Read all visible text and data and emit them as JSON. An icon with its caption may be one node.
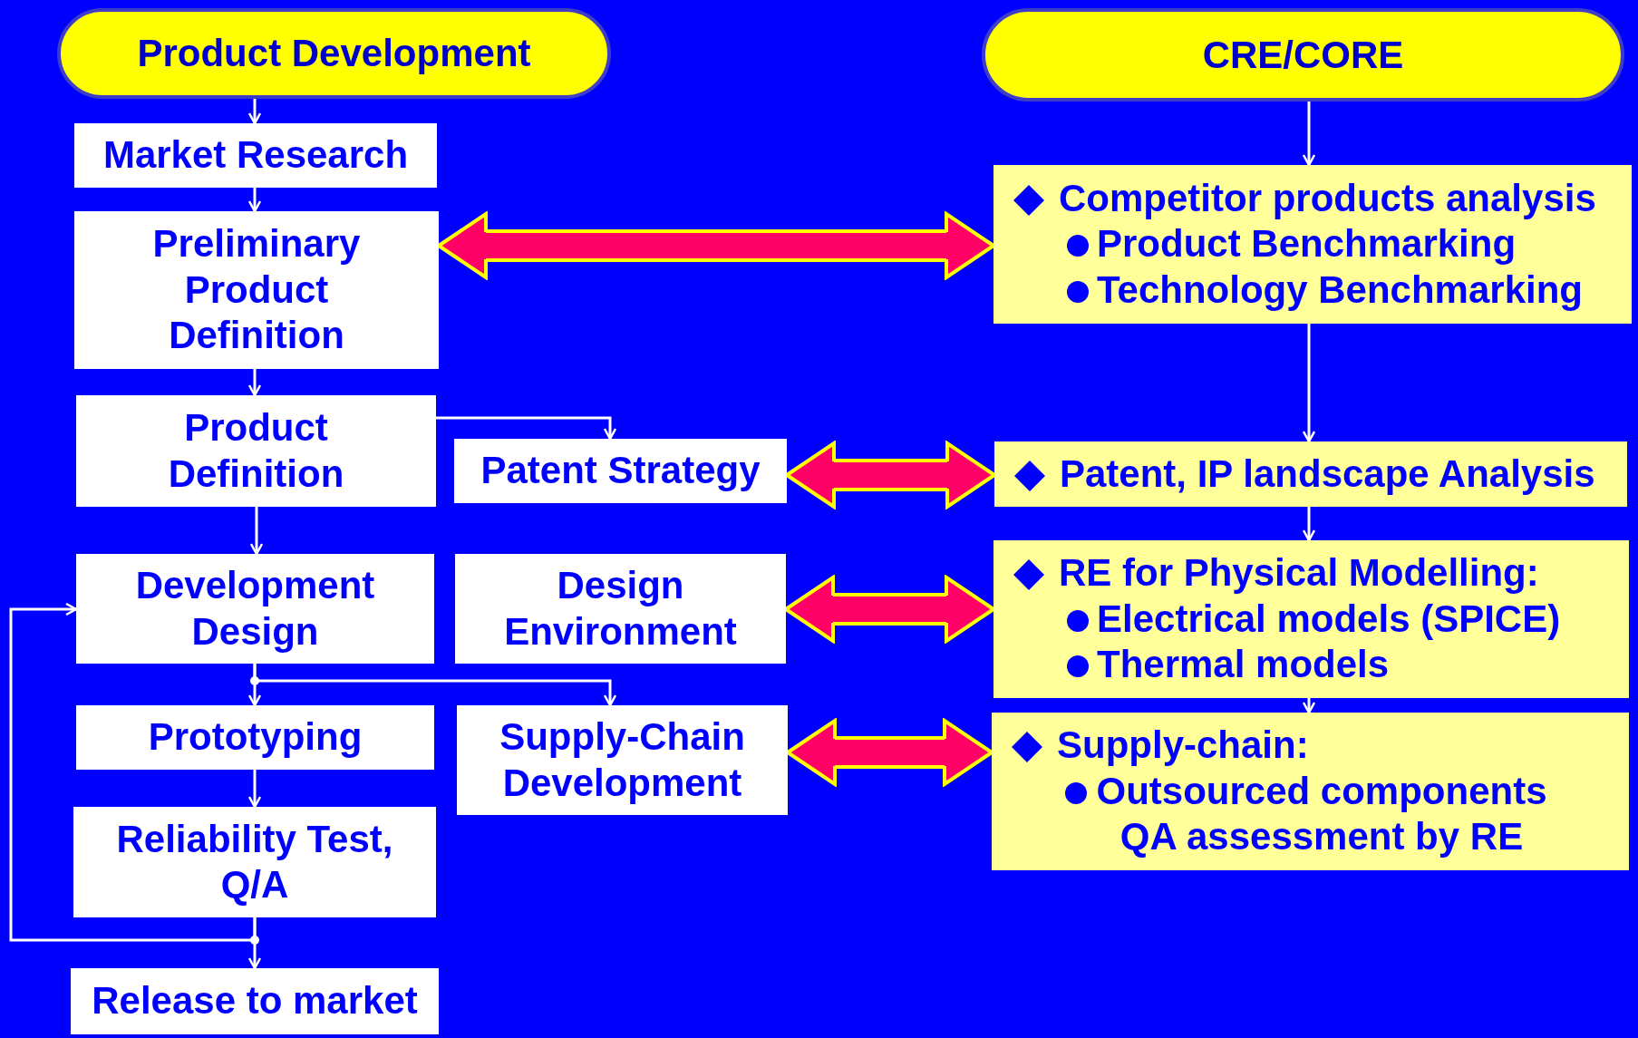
{
  "diagram": {
    "nodes": [
      {
        "text": [
          "Product Development"
        ]
      },
      {
        "text": [
          "CRE/CORE"
        ]
      },
      {
        "text": [
          "Market Research"
        ]
      },
      {
        "text": [
          "Preliminary Product Definition"
        ]
      },
      {
        "text": [
          "Product Definition"
        ]
      },
      {
        "text": [
          "Patent Strategy"
        ]
      },
      {
        "text": [
          "Development Design"
        ]
      },
      {
        "text": [
          "Design Environment"
        ]
      },
      {
        "text": [
          "Prototyping"
        ]
      },
      {
        "text": [
          "Supply-Chain Development"
        ]
      },
      {
        "text": [
          "Reliability Test, Q/A"
        ]
      },
      {
        "text": [
          "Release to market"
        ]
      },
      {
        "text": [
          "Competitor products analysis",
          "Product Benchmarking",
          "Technology Benchmarking"
        ]
      },
      {
        "text": [
          "Patent, IP landscape Analysis"
        ]
      },
      {
        "text": [
          "RE for Physical Modelling:",
          "Electrical models (SPICE)",
          "Thermal models"
        ]
      },
      {
        "text": [
          "Supply-chain:",
          "Outsourced components QA assessment by RE"
        ]
      }
    ],
    "edges": [
      {
        "from": 0,
        "to": 2,
        "arrow": "to"
      },
      {
        "from": 2,
        "to": 3,
        "arrow": "to"
      },
      {
        "from": 3,
        "to": 4,
        "arrow": "to"
      },
      {
        "from": 4,
        "to": 5,
        "arrow": "to"
      },
      {
        "from": 4,
        "to": 6,
        "arrow": "to"
      },
      {
        "from": 6,
        "to": 8,
        "arrow": "to"
      },
      {
        "from": 6,
        "to": 9,
        "arrow": "to"
      },
      {
        "from": 8,
        "to": 10,
        "arrow": "to"
      },
      {
        "from": 10,
        "to": 11,
        "arrow": "to"
      },
      {
        "from": 10,
        "to": 6,
        "arrow": "to"
      },
      {
        "from": 1,
        "to": 12,
        "arrow": "to"
      },
      {
        "from": 12,
        "to": 13,
        "arrow": "to"
      },
      {
        "from": 13,
        "to": 14,
        "arrow": "to"
      },
      {
        "from": 14,
        "to": 15,
        "arrow": "to"
      },
      {
        "from": 3,
        "to": 12,
        "arrow": "both",
        "style": "thick",
        "color": "#ff0066"
      },
      {
        "from": 5,
        "to": 13,
        "arrow": "both",
        "style": "thick",
        "color": "#ff0066"
      },
      {
        "from": 7,
        "to": 14,
        "arrow": "both",
        "style": "thick",
        "color": "#ff0066"
      },
      {
        "from": 9,
        "to": 15,
        "arrow": "both",
        "style": "thick",
        "color": "#ff0066"
      }
    ]
  }
}
